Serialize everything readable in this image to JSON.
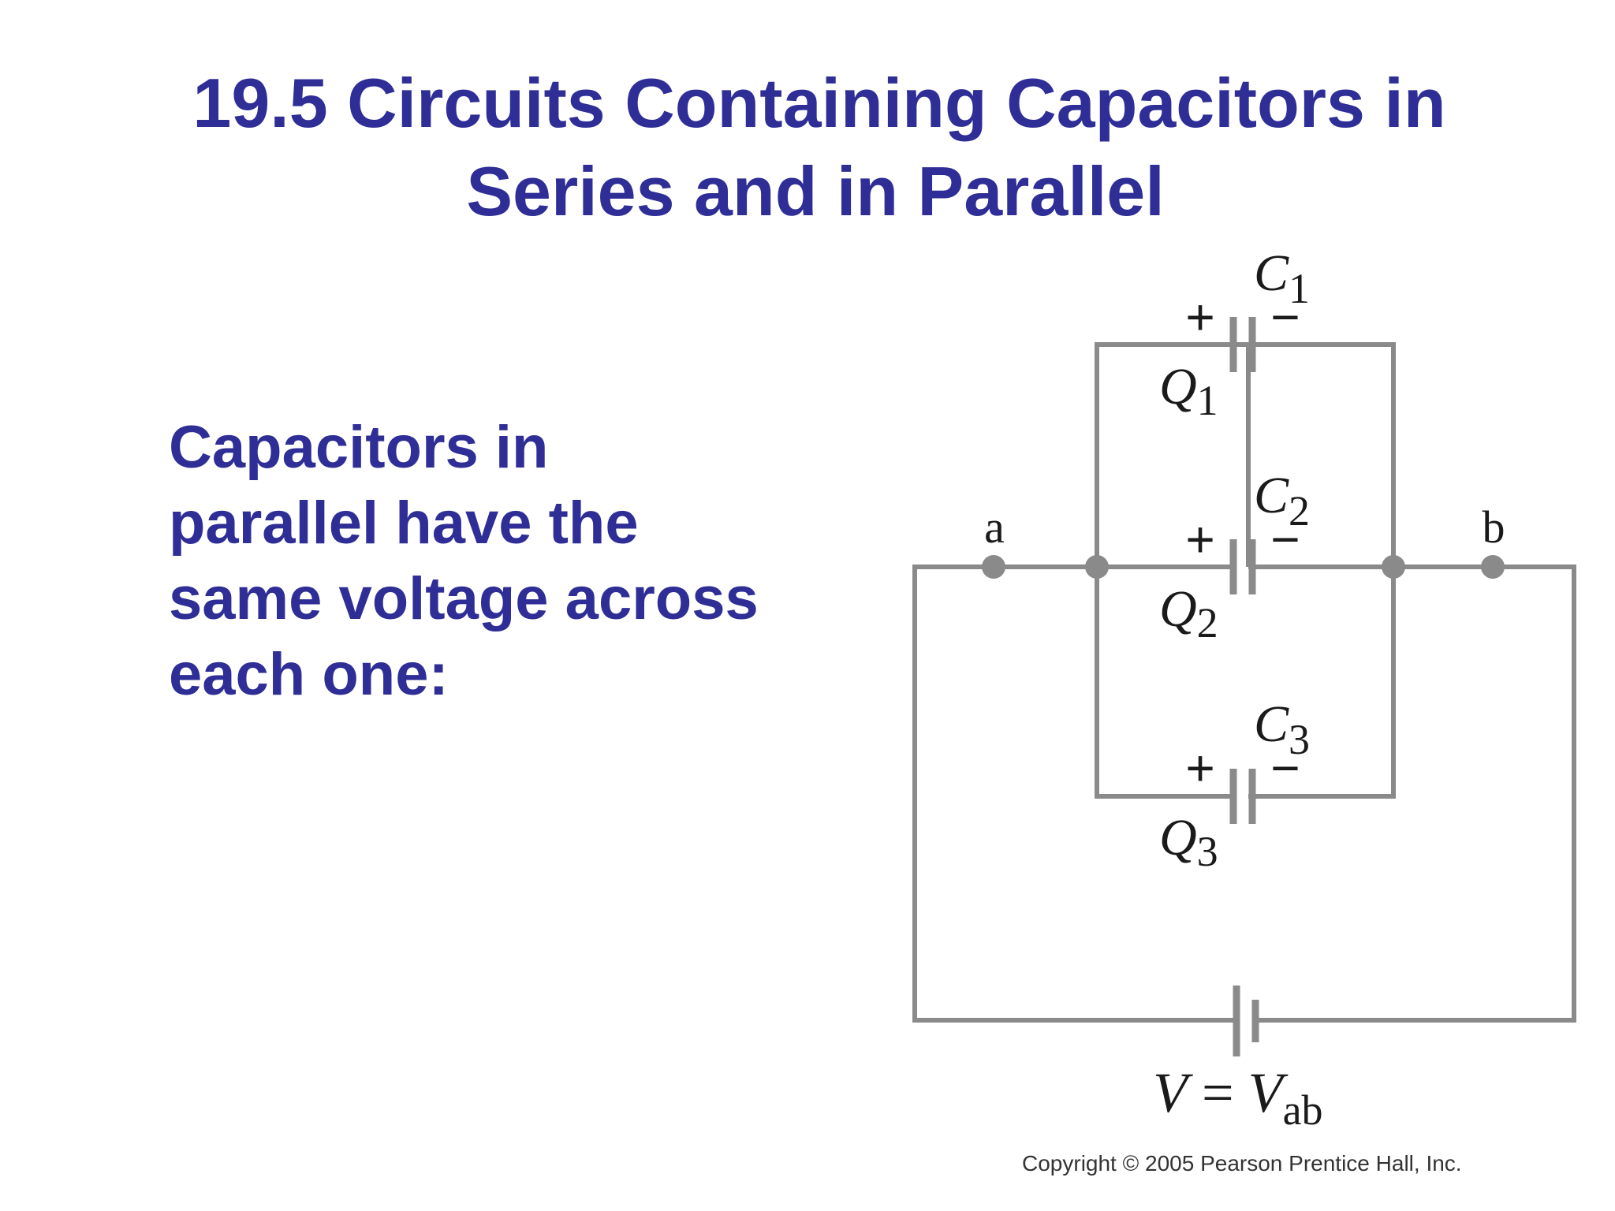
{
  "slide": {
    "title_lines": [
      "19.5 Circuits Containing Capacitors in",
      "Series and in Parallel"
    ],
    "body_lines": [
      "Capacitors in",
      "parallel have the",
      "same voltage across",
      "each one:"
    ]
  },
  "diagram": {
    "capacitors": [
      {
        "label": "C",
        "sub": "1",
        "charge": "Q",
        "charge_sub": "1",
        "plus": "+",
        "minus": "−"
      },
      {
        "label": "C",
        "sub": "2",
        "charge": "Q",
        "charge_sub": "2",
        "plus": "+",
        "minus": "−"
      },
      {
        "label": "C",
        "sub": "3",
        "charge": "Q",
        "charge_sub": "3",
        "plus": "+",
        "minus": "−"
      }
    ],
    "terminal_a": "a",
    "terminal_b": "b",
    "voltage": {
      "v": "V",
      "eq": " = ",
      "v2": "V",
      "sub": "ab"
    },
    "copyright": "Copyright © 2005 Pearson Prentice Hall, Inc.",
    "colors": {
      "wire": "#8a8a8a",
      "text_accent": "#2e2e96"
    }
  }
}
